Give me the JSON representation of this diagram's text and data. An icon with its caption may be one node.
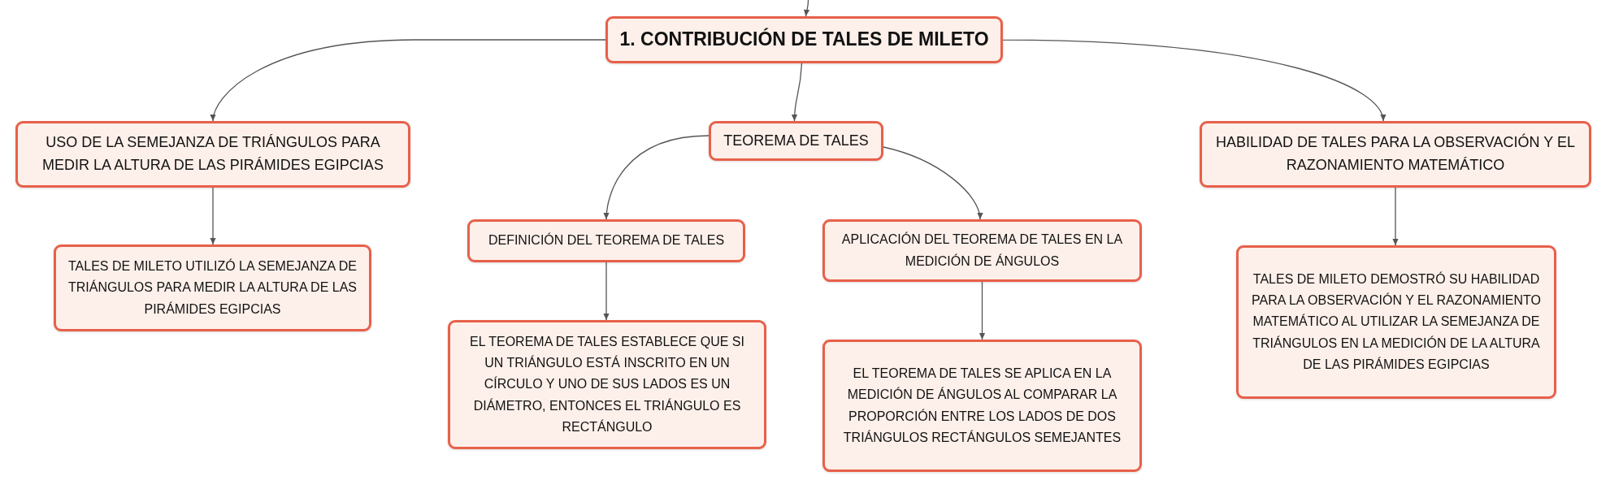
{
  "diagram": {
    "nodes": [
      {
        "text": [
          "1. CONTRIBUCIÓN DE TALES DE MILETO"
        ]
      },
      {
        "text": [
          "USO DE LA SEMEJANZA DE TRIÁNGULOS PARA MEDIR LA ALTURA DE LAS PIRÁMIDES EGIPCIAS"
        ]
      },
      {
        "text": [
          "TALES DE MILETO UTILIZÓ LA SEMEJANZA DE TRIÁNGULOS PARA MEDIR LA ALTURA DE LAS PIRÁMIDES EGIPCIAS"
        ]
      },
      {
        "text": [
          "TEOREMA DE TALES"
        ]
      },
      {
        "text": [
          "DEFINICIÓN DEL TEOREMA DE TALES"
        ]
      },
      {
        "text": [
          "EL TEOREMA DE TALES ESTABLECE QUE SI UN TRIÁNGULO ESTÁ INSCRITO EN UN CÍRCULO Y UNO DE SUS LADOS ES UN DIÁMETRO, ENTONCES EL TRIÁNGULO ES RECTÁNGULO"
        ]
      },
      {
        "text": [
          "APLICACIÓN DEL TEOREMA DE TALES EN LA MEDICIÓN DE ÁNGULOS"
        ]
      },
      {
        "text": [
          "EL TEOREMA DE TALES SE APLICA EN LA MEDICIÓN DE ÁNGULOS AL COMPARAR LA PROPORCIÓN ENTRE LOS LADOS DE DOS TRIÁNGULOS RECTÁNGULOS SEMEJANTES"
        ]
      },
      {
        "text": [
          "HABILIDAD DE TALES PARA LA OBSERVACIÓN Y EL RAZONAMIENTO MATEMÁTICO"
        ]
      },
      {
        "text": [
          "TALES DE MILETO DEMOSTRÓ SU HABILIDAD PARA LA OBSERVACIÓN Y EL RAZONAMIENTO MATEMÁTICO AL UTILIZAR LA SEMEJANZA DE TRIÁNGULOS EN LA MEDICIÓN DE LA ALTURA DE LAS PIRÁMIDES EGIPCIAS"
        ]
      }
    ],
    "edges": [
      {
        "from": null,
        "to": 0,
        "arrow": "to"
      },
      {
        "from": 0,
        "to": 1,
        "arrow": "to"
      },
      {
        "from": 1,
        "to": 2,
        "arrow": "to"
      },
      {
        "from": 0,
        "to": 3,
        "arrow": "to"
      },
      {
        "from": 3,
        "to": 4,
        "arrow": "to"
      },
      {
        "from": 4,
        "to": 5,
        "arrow": "to"
      },
      {
        "from": 3,
        "to": 6,
        "arrow": "to"
      },
      {
        "from": 6,
        "to": 7,
        "arrow": "to"
      },
      {
        "from": 0,
        "to": 8,
        "arrow": "to"
      },
      {
        "from": 8,
        "to": 9,
        "arrow": "to"
      }
    ]
  }
}
